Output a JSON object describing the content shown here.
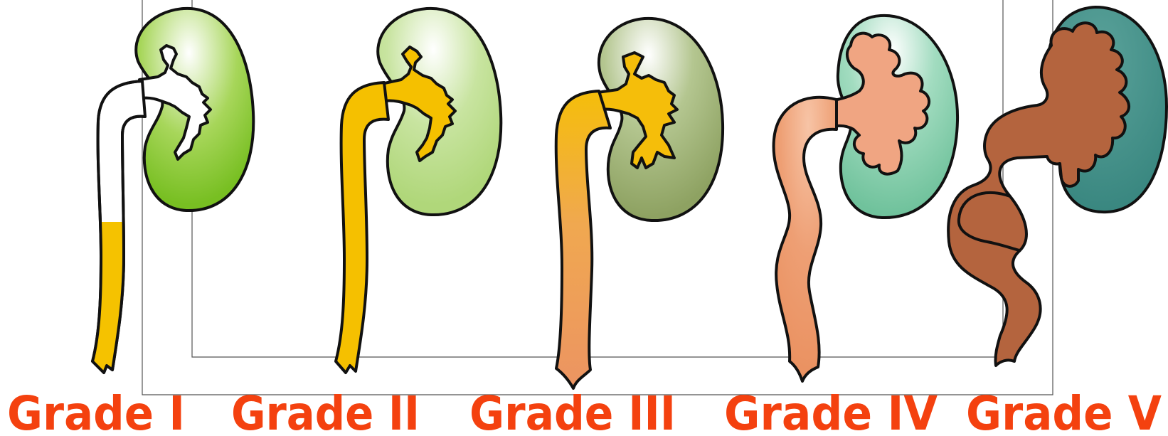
{
  "grades": [
    {
      "label": "Grade I"
    },
    {
      "label": "Grade II"
    },
    {
      "label": "Grade III"
    },
    {
      "label": "Grade IV"
    },
    {
      "label": "Grade V"
    }
  ],
  "colors": {
    "label": "#f4410f",
    "outline": "#111111",
    "frame": "#555555",
    "grade1_kidney": "#82c42a",
    "grade1_urine": "#f5c200",
    "grade2_kidney": "#b9dc86",
    "grade2_ureter": "#f5c000",
    "grade3_kidney": "#96ac6c",
    "grade3_ureter": "#eea060",
    "grade4_kidney": "#7ecaa6",
    "grade4_ureter": "#ec9a6c",
    "grade5_kidney": "#42918a",
    "grade5_ureter": "#b4643e"
  }
}
